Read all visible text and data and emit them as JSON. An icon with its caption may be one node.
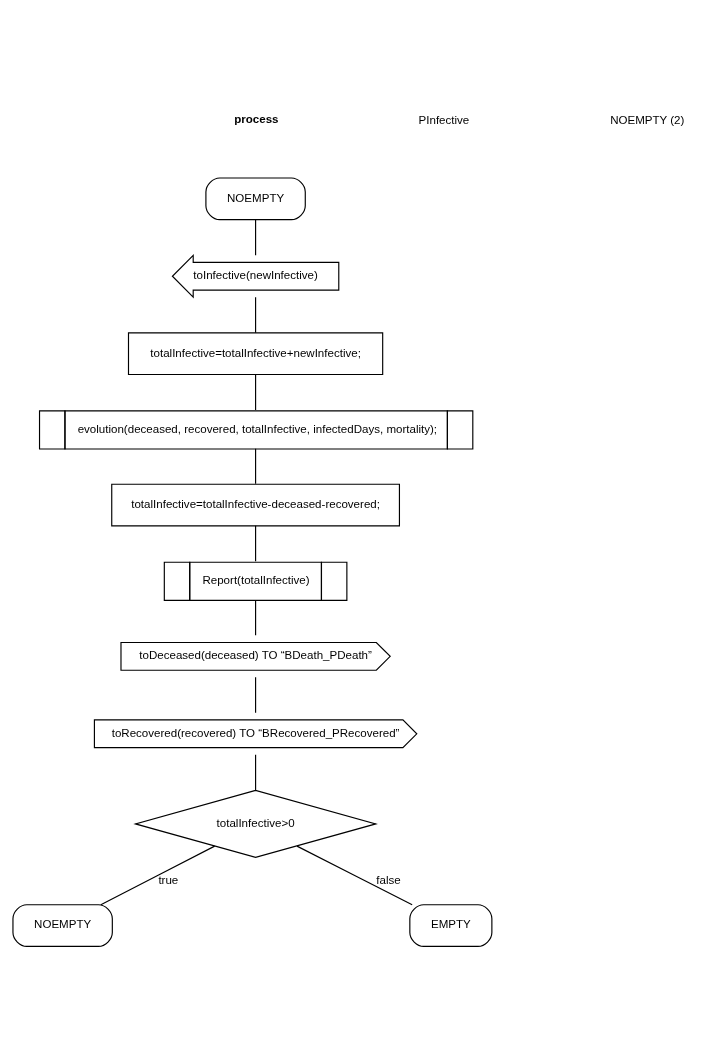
{
  "diagram": {
    "nodes": [
      {
        "text": [
          "NOEMPTY"
        ]
      },
      {
        "text": [
          "toInfective(newInfective)"
        ]
      },
      {
        "text": [
          "totalInfective=totalInfective+newInfective;"
        ]
      },
      {
        "text": [
          "evolution(deceased, recovered, totalInfective, infectedDays, mortality);"
        ]
      },
      {
        "text": [
          "totalInfective=totalInfective-deceased-recovered;"
        ]
      },
      {
        "text": [
          "Report(totalInfective)"
        ]
      },
      {
        "text": [
          "toDeceased(deceased) TO “BDeath_PDeath”"
        ]
      },
      {
        "text": [
          "toRecovered(recovered) TO “BRecovered_PRecovered”"
        ]
      },
      {
        "text": [
          "totalInfective>0"
        ]
      },
      {
        "text": [
          "EMPTY"
        ]
      },
      {
        "text": [
          "NOEMPTY"
        ]
      }
    ],
    "edges": [
      {
        "from": 0,
        "to": 1,
        "arrow": "none"
      },
      {
        "from": 1,
        "to": 2,
        "arrow": "none"
      },
      {
        "from": 2,
        "to": 3,
        "arrow": "none"
      },
      {
        "from": 3,
        "to": 4,
        "arrow": "none"
      },
      {
        "from": 4,
        "to": 5,
        "arrow": "none"
      },
      {
        "from": 5,
        "to": 6,
        "arrow": "none"
      },
      {
        "from": 6,
        "to": 7,
        "arrow": "none"
      },
      {
        "from": 7,
        "to": 8,
        "arrow": "none"
      },
      {
        "from": 8,
        "to": 9,
        "arrow": "none",
        "label": "false"
      },
      {
        "from": 8,
        "to": 10,
        "arrow": "none",
        "label": "true"
      }
    ],
    "labels": [
      "process",
      "PInfective",
      "NOEMPTY (2)"
    ]
  }
}
